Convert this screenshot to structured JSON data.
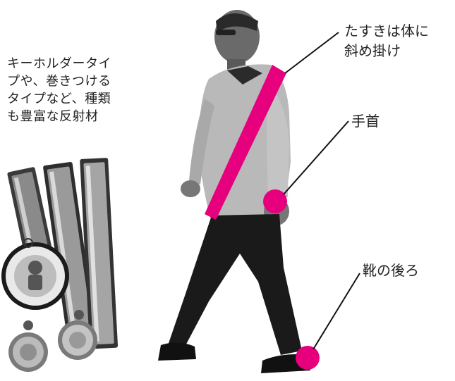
{
  "left_caption": {
    "lines": [
      "キーホルダータイ",
      "プや、巻きつける",
      "タイプなど、種類",
      "も豊富な反射材"
    ]
  },
  "labels": {
    "sash": {
      "lines": [
        "たすきは体に",
        "斜め掛け"
      ]
    },
    "wrist": {
      "lines": [
        "手首"
      ]
    },
    "heel": {
      "lines": [
        "靴の後ろ"
      ]
    }
  },
  "colors": {
    "accent": "#e6007e",
    "leader_line": "#111111"
  },
  "icons": {
    "reflector_products": "reflector-products-illustration",
    "walking_person": "walking-person-illustration"
  }
}
